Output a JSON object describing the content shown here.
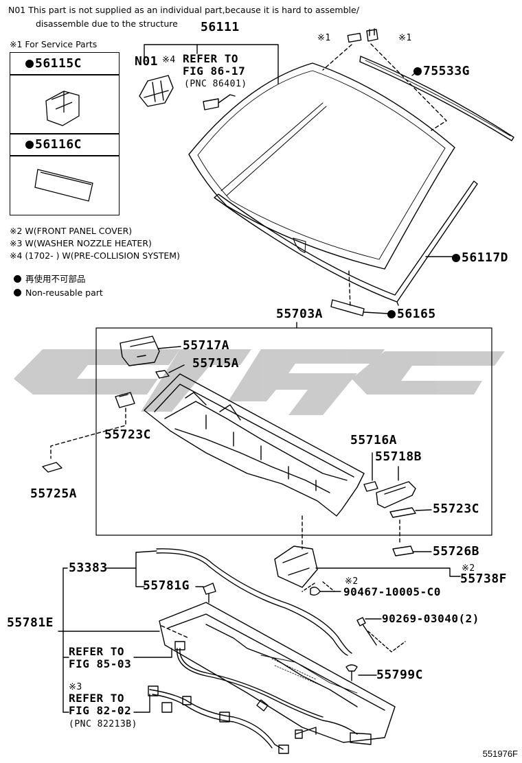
{
  "notes": {
    "n01_line1": "N01  This part is not supplied as an individual part,because it is hard to assemble/",
    "n01_line2": "disassemble due to the structure",
    "service_parts": "※1 For Service Parts",
    "w2": "※2 W(FRONT PANEL COVER)",
    "w3": "※3 W(WASHER NOZZLE HEATER)",
    "w4": "※4 (1702-        ) W(PRE-COLLISION SYSTEM)",
    "legend_jp": "再使用不可部品",
    "legend_en": "Non-reusable part"
  },
  "service_box": {
    "item1": "56115C",
    "item2": "56116C"
  },
  "labels": {
    "p56111": "56111",
    "n01": "N01",
    "ref4_mark": "※4",
    "ref86_line1": "REFER TO",
    "ref86_line2": "FIG 86-17",
    "ref86_pnc": "(PNC 86401)",
    "mark1a": "※1",
    "mark1b": "※1",
    "p75533g": "75533G",
    "p56117d": "56117D",
    "p56165": "56165",
    "p55703a": "55703A",
    "p55717a": "55717A",
    "p55715a": "55715A",
    "p55723c_left": "55723C",
    "p55725a": "55725A",
    "p55716a": "55716A",
    "p55718b": "55718B",
    "p55723c_right": "55723C",
    "p55726b": "55726B",
    "p53383": "53383",
    "p55781g": "55781G",
    "mark2a": "※2",
    "p55738f": "55738F",
    "mark2b": "※2",
    "p90467": "90467-10005-C0",
    "p90269": "90269-03040(2)",
    "p55781e": "55781E",
    "ref85_line1": "REFER TO",
    "ref85_line2": "FIG 85-03",
    "p55799c": "55799C",
    "mark3": "※3",
    "ref82_line1": "REFER TO",
    "ref82_line2": "FIG 82-02",
    "ref82_pnc": "(PNC 82213B)"
  },
  "diagram_code": "551976F",
  "colors": {
    "watermark": "#c9c9c9",
    "line": "#000000"
  },
  "icons": {
    "non_reusable": "filled-circle-icon",
    "watermark": "logo-watermark"
  }
}
